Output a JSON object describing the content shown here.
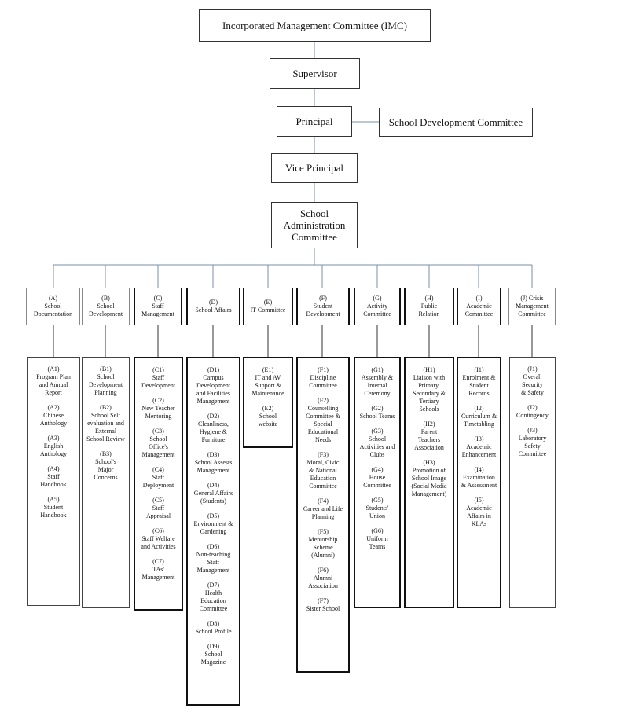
{
  "top": {
    "imc": "Incorporated Management Committee (IMC)",
    "supervisor": "Supervisor",
    "principal": "Principal",
    "sdc": "School Development Committee",
    "vice_principal": "Vice Principal",
    "sac": "School\nAdministration\nCommittee"
  },
  "committees": [
    {
      "label": "(A)\nSchool\nDocumentation",
      "items": [
        "(A1)\nProgram Plan\nand Annual\nReport",
        "(A2)\nChinese\nAnthology",
        "(A3)\nEnglish\nAnthology",
        "(A4)\nStaff\nHandbook",
        "(A5)\nStudent\nHandbook"
      ]
    },
    {
      "label": "(B)\nSchool\nDevelopment",
      "items": [
        "(B1)\nSchool\nDevelopment\nPlanning",
        "(B2)\nSchool Self\nevaluation and\nExternal\nSchool Review",
        "(B3)\nSchool's\nMajor\nConcerns"
      ]
    },
    {
      "label": "(C)\nStaff\nManagement",
      "items": [
        "(C1)\nStaff\nDevelopment",
        "(C2)\nNew Teacher\nMentoring",
        "(C3)\nSchool\nOffice's\nManagement",
        "(C4)\nStaff\nDeployment",
        "(C5)\nStaff\nAppraisal",
        "(C6)\nStaff Welfare\nand Activities",
        "(C7)\nTAs'\nManagement"
      ]
    },
    {
      "label": "(D)\nSchool Affairs",
      "items": [
        "(D1)\nCampus\nDevelopment\nand Facilities\nManagement",
        "(D2)\nCleanliness,\nHygiene &\nFurniture",
        "(D3)\nSchool Assests\nManagement",
        "(D4)\nGeneral Affairs\n(Students)",
        "(D5)\nEnvironment &\nGardening",
        "(D6)\nNon-teaching\nStaff\nManagement",
        "(D7)\nHealth\nEducation\nCommittee",
        "(D8)\nSchool Profile",
        "(D9)\nSchool\nMagazine"
      ]
    },
    {
      "label": "(E)\nIT Committee",
      "items": [
        "(E1)\nIT and AV\nSupport &\nMaintenance",
        "(E2)\nSchool\nwebsite"
      ]
    },
    {
      "label": "(F)\nStudent\nDevelopment",
      "items": [
        "(F1)\nDiscipline\nCommittee",
        "(F2)\nCounselling\nCommittee &\nSpecial\nEducational\nNeeds",
        "(F3)\nMoral, Civic\n& National\nEducation\nCommittee",
        "(F4)\nCareer and Life\nPlanning",
        "(F5)\nMentorship\nScheme\n(Alumni)",
        "(F6)\nAlumni\nAssociation",
        "(F7)\nSister School"
      ]
    },
    {
      "label": "(G)\nActivity\nCommittee",
      "items": [
        "(G1)\nAssembly &\nInternal\nCeremony",
        "(G2)\nSchool Teams",
        "(G3)\nSchool\nActivities and\nClubs",
        "(G4)\nHouse\nCommittee",
        "(G5)\nStudents'\nUnion",
        "(G6)\nUniform\nTeams"
      ]
    },
    {
      "label": "(H)\nPublic\nRelation",
      "items": [
        "(H1)\nLiaison with\nPrimary,\nSecondary &\nTertiary\nSchools",
        "(H2)\nParent\nTeachers\nAssociation",
        "(H3)\nPromotion of\nSchool Image\n(Social Media\nManagement)"
      ]
    },
    {
      "label": "(I)\nAcademic\nCommittee",
      "items": [
        "(I1)\nEnrolment &\nStudent\nRecords",
        "(I2)\nCurriculum &\nTimetabling",
        "(I3)\nAcademic\nEnhancement",
        "(I4)\nExamination\n& Assessment",
        "(I5)\nAcademic\nAffairs in\nKLAs"
      ]
    },
    {
      "label": "(J) Crisis\nManagement\nCommittee",
      "items": [
        "(J1)\nOverall\nSecurity\n& Safety",
        "(J2)\nContingency",
        "(J3)\nLaboratory\nSafety\nCommittee"
      ]
    }
  ]
}
